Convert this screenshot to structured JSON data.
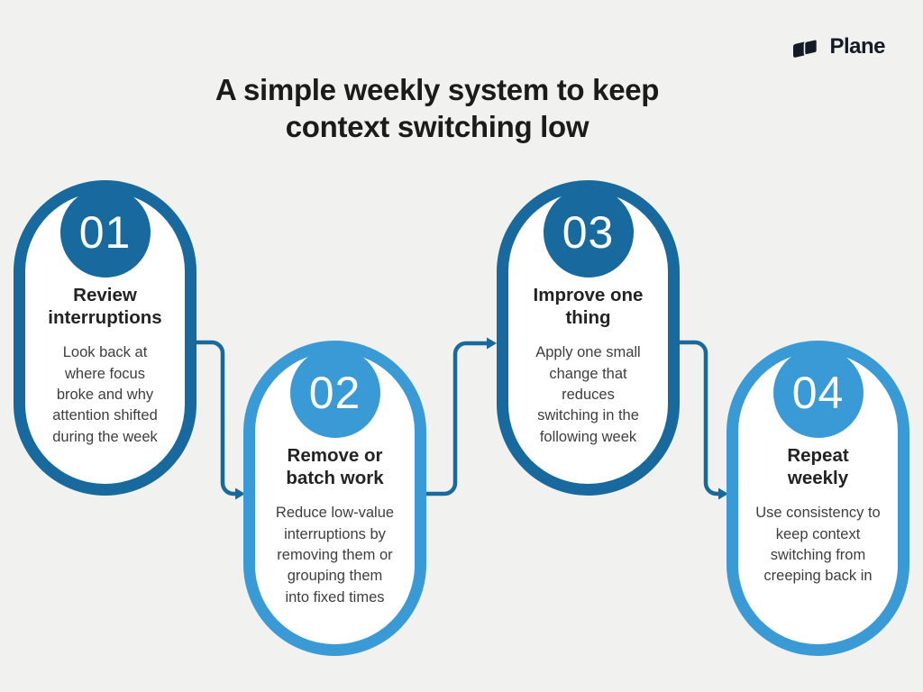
{
  "background": "#f1f1ef",
  "logo": {
    "text": "Plane",
    "color": "#141b27"
  },
  "title": "A simple weekly system to keep\ncontext switching low",
  "title_color": "#1b1b1b",
  "connector_color": "#17699e",
  "colors": {
    "dark_blue": "#17699e",
    "light_blue": "#3a9ad5"
  },
  "steps": [
    {
      "number": "01",
      "color": "#17699e",
      "heading": "Review\ninterruptions",
      "body": "Look back at\nwhere focus\nbroke and why\nattention shifted\nduring the week"
    },
    {
      "number": "02",
      "color": "#3a9ad5",
      "heading": "Remove or\nbatch work",
      "body": "Reduce low-value\ninterruptions by\nremoving them or\ngrouping them\ninto fixed times"
    },
    {
      "number": "03",
      "color": "#17699e",
      "heading": "Improve one\nthing",
      "body": "Apply one small\nchange that\nreduces\nswitching in the\nfollowing week"
    },
    {
      "number": "04",
      "color": "#3a9ad5",
      "heading": "Repeat\nweekly",
      "body": "Use consistency to\nkeep context\nswitching from\ncreeping back in"
    }
  ]
}
